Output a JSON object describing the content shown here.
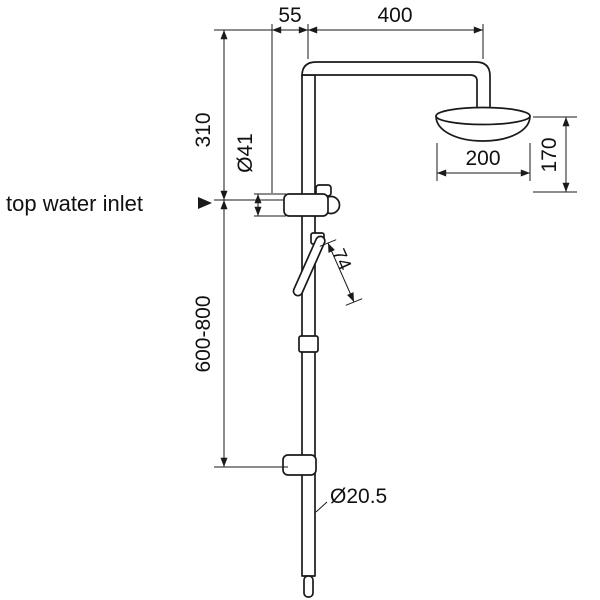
{
  "page": {
    "background": "#ffffff",
    "line_color": "#1a1a1a"
  },
  "diagram": {
    "kind": "shower-column-dimension-drawing",
    "annotations": {
      "inlet": "top water inlet"
    },
    "dimensions": {
      "wall_offset": "55",
      "arm_reach": "400",
      "top_to_inlet": "310",
      "inlet_flange_diameter": "Ø41",
      "head_diameter": "200",
      "head_drop": "170",
      "handset_projection": "74",
      "rail_height_range": "600-800",
      "rail_diameter": "Ø20.5"
    }
  }
}
